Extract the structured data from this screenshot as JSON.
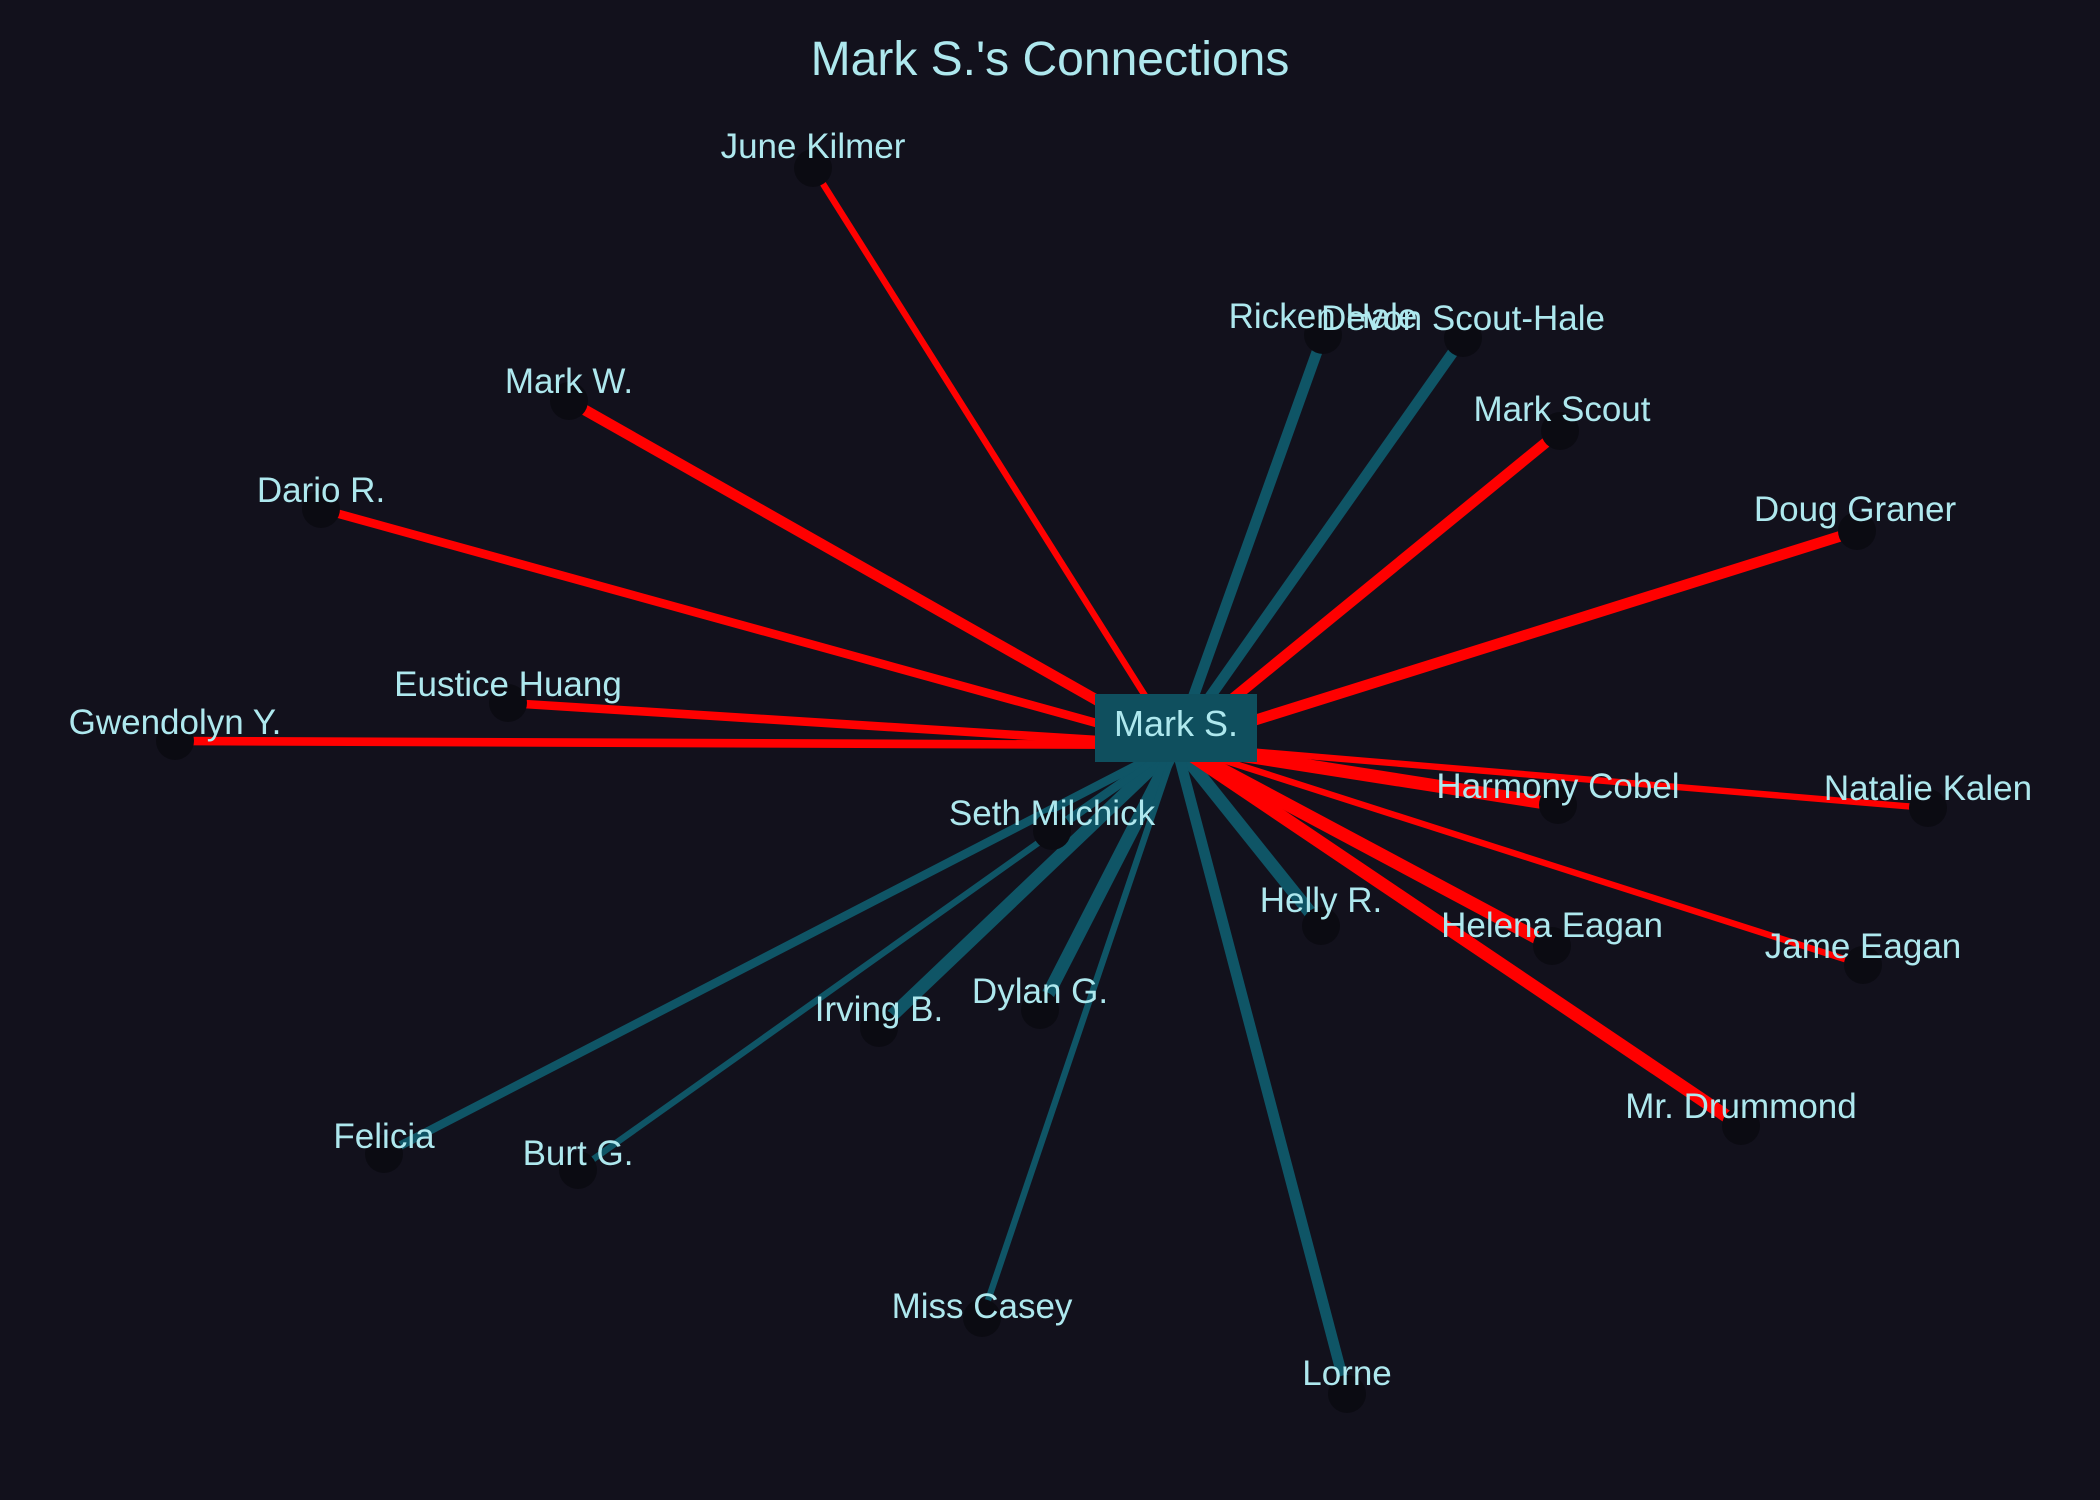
{
  "title": "Mark S.'s Connections",
  "colors": {
    "background": "#12111c",
    "text": "#aee8ee",
    "positive": "#0f5566",
    "negative": "#ff0000",
    "node": "#0b0b12",
    "center_box": "#0f4f5e"
  },
  "center": {
    "id": "mark-s",
    "label": "Mark S."
  },
  "connections": [
    {
      "label": "June Kilmer",
      "type": "negative",
      "strength": 2
    },
    {
      "label": "Ricken Hale",
      "type": "positive",
      "strength": 4
    },
    {
      "label": "Devon Scout-Hale",
      "type": "positive",
      "strength": 4
    },
    {
      "label": "Mark Scout",
      "type": "negative",
      "strength": 4
    },
    {
      "label": "Doug Graner",
      "type": "negative",
      "strength": 4
    },
    {
      "label": "Mark W.",
      "type": "negative",
      "strength": 4
    },
    {
      "label": "Dario R.",
      "type": "negative",
      "strength": 3
    },
    {
      "label": "Eustice Huang",
      "type": "negative",
      "strength": 3
    },
    {
      "label": "Gwendolyn Y.",
      "type": "negative",
      "strength": 3
    },
    {
      "label": "Harmony Cobel",
      "type": "negative",
      "strength": 5
    },
    {
      "label": "Natalie Kalen",
      "type": "negative",
      "strength": 2
    },
    {
      "label": "Seth Milchick",
      "type": "positive",
      "strength": 3
    },
    {
      "label": "Helly R.",
      "type": "positive",
      "strength": 5
    },
    {
      "label": "Helena Eagan",
      "type": "negative",
      "strength": 5
    },
    {
      "label": "Jame Eagan",
      "type": "negative",
      "strength": 2
    },
    {
      "label": "Irving B.",
      "type": "positive",
      "strength": 5
    },
    {
      "label": "Dylan G.",
      "type": "positive",
      "strength": 5
    },
    {
      "label": "Mr. Drummond",
      "type": "negative",
      "strength": 5
    },
    {
      "label": "Felicia",
      "type": "positive",
      "strength": 3
    },
    {
      "label": "Burt G.",
      "type": "positive",
      "strength": 2
    },
    {
      "label": "Miss Casey",
      "type": "positive",
      "strength": 2
    },
    {
      "label": "Lorne",
      "type": "positive",
      "strength": 4
    }
  ]
}
